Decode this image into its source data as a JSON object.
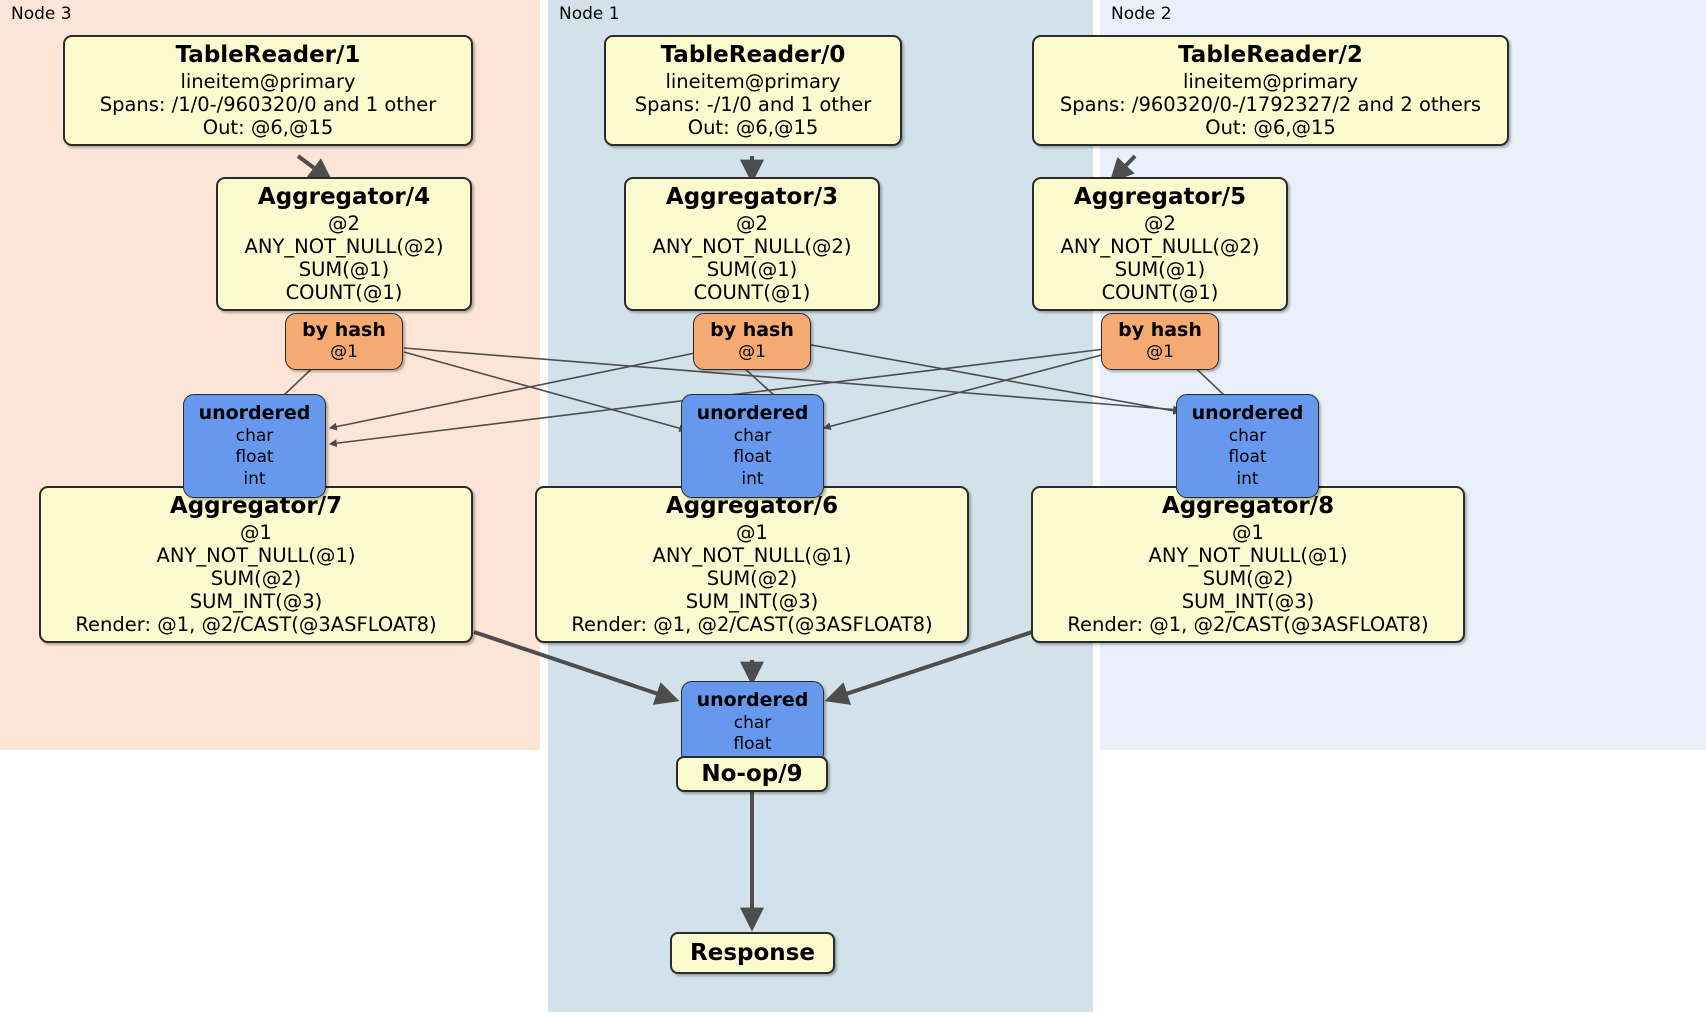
{
  "diagram": {
    "type": "distributed-query-plan",
    "nodes": [
      {
        "id": "node3",
        "label": "Node 3",
        "color": "#fce4d6"
      },
      {
        "id": "node1",
        "label": "Node 1",
        "color": "#d3e1ea"
      },
      {
        "id": "node2",
        "label": "Node 2",
        "color": "#eaf0fb"
      }
    ],
    "processors": {
      "tablereader1": {
        "title": "TableReader/1",
        "lines": [
          "lineitem@primary",
          "Spans: /1/0-/960320/0 and 1 other",
          "Out: @6,@15"
        ]
      },
      "tablereader0": {
        "title": "TableReader/0",
        "lines": [
          "lineitem@primary",
          "Spans: -/1/0 and 1 other",
          "Out: @6,@15"
        ]
      },
      "tablereader2": {
        "title": "TableReader/2",
        "lines": [
          "lineitem@primary",
          "Spans: /960320/0-/1792327/2 and 2 others",
          "Out: @6,@15"
        ]
      },
      "aggregator4": {
        "title": "Aggregator/4",
        "lines": [
          "@2",
          "ANY_NOT_NULL(@2)",
          "SUM(@1)",
          "COUNT(@1)"
        ]
      },
      "aggregator3": {
        "title": "Aggregator/3",
        "lines": [
          "@2",
          "ANY_NOT_NULL(@2)",
          "SUM(@1)",
          "COUNT(@1)"
        ]
      },
      "aggregator5": {
        "title": "Aggregator/5",
        "lines": [
          "@2",
          "ANY_NOT_NULL(@2)",
          "SUM(@1)",
          "COUNT(@1)"
        ]
      },
      "aggregator7": {
        "title": "Aggregator/7",
        "lines": [
          "@1",
          "ANY_NOT_NULL(@1)",
          "SUM(@2)",
          "SUM_INT(@3)",
          "Render: @1, @2/CAST(@3ASFLOAT8)"
        ]
      },
      "aggregator6": {
        "title": "Aggregator/6",
        "lines": [
          "@1",
          "ANY_NOT_NULL(@1)",
          "SUM(@2)",
          "SUM_INT(@3)",
          "Render: @1, @2/CAST(@3ASFLOAT8)"
        ]
      },
      "aggregator8": {
        "title": "Aggregator/8",
        "lines": [
          "@1",
          "ANY_NOT_NULL(@1)",
          "SUM(@2)",
          "SUM_INT(@3)",
          "Render: @1, @2/CAST(@3ASFLOAT8)"
        ]
      },
      "noop9": {
        "title": "No-op/9"
      },
      "response": {
        "title": "Response"
      }
    },
    "routers": {
      "byhash_left": {
        "title": "by hash",
        "line": "@1"
      },
      "byhash_center": {
        "title": "by hash",
        "line": "@1"
      },
      "byhash_right": {
        "title": "by hash",
        "line": "@1"
      }
    },
    "streams": {
      "unordered_left": {
        "title": "unordered",
        "lines": [
          "char",
          "float",
          "int"
        ]
      },
      "unordered_center": {
        "title": "unordered",
        "lines": [
          "char",
          "float",
          "int"
        ]
      },
      "unordered_right": {
        "title": "unordered",
        "lines": [
          "char",
          "float",
          "int"
        ]
      },
      "unordered_final": {
        "title": "unordered",
        "lines": [
          "char",
          "float"
        ]
      }
    },
    "colors": {
      "processor_fill": "#fbfbd0",
      "router_fill": "#f5aa72",
      "stream_fill": "#6699ee",
      "edge": "#4d4d4d",
      "border": "#2b2b2b"
    }
  }
}
